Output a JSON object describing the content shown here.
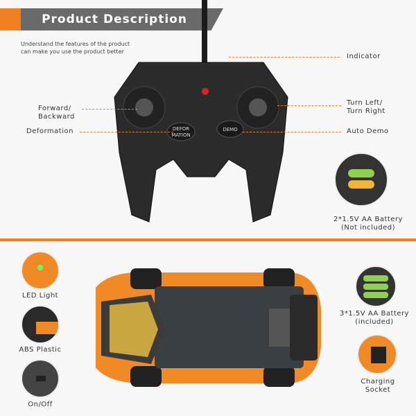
{
  "header": {
    "title": "Product Description",
    "subtitle_line1": "Understand the features of the product",
    "subtitle_line2": "can make you use the product better"
  },
  "controller": {
    "button_deformation": "DEFOR MATION",
    "button_demo": "DEMO"
  },
  "labels": {
    "indicator": "Indicator",
    "forward_backward_1": "Forward/",
    "forward_backward_2": "Backward",
    "turn_1": "Turn Left/",
    "turn_2": "Turn Right",
    "deformation": "Deformation",
    "auto_demo": "Auto Demo",
    "battery_remote_1": "2*1.5V AA Battery",
    "battery_remote_2": "(Not included)",
    "led": "LED Light",
    "abs": "ABS Plastic",
    "onoff": "On/Off",
    "battery_car_1": "3*1.5V AA Battery",
    "battery_car_2": "(included)",
    "charging_1": "Charging",
    "charging_2": "Socket"
  },
  "colors": {
    "accent": "#f07f1e",
    "banner": "#6a6a6a"
  }
}
